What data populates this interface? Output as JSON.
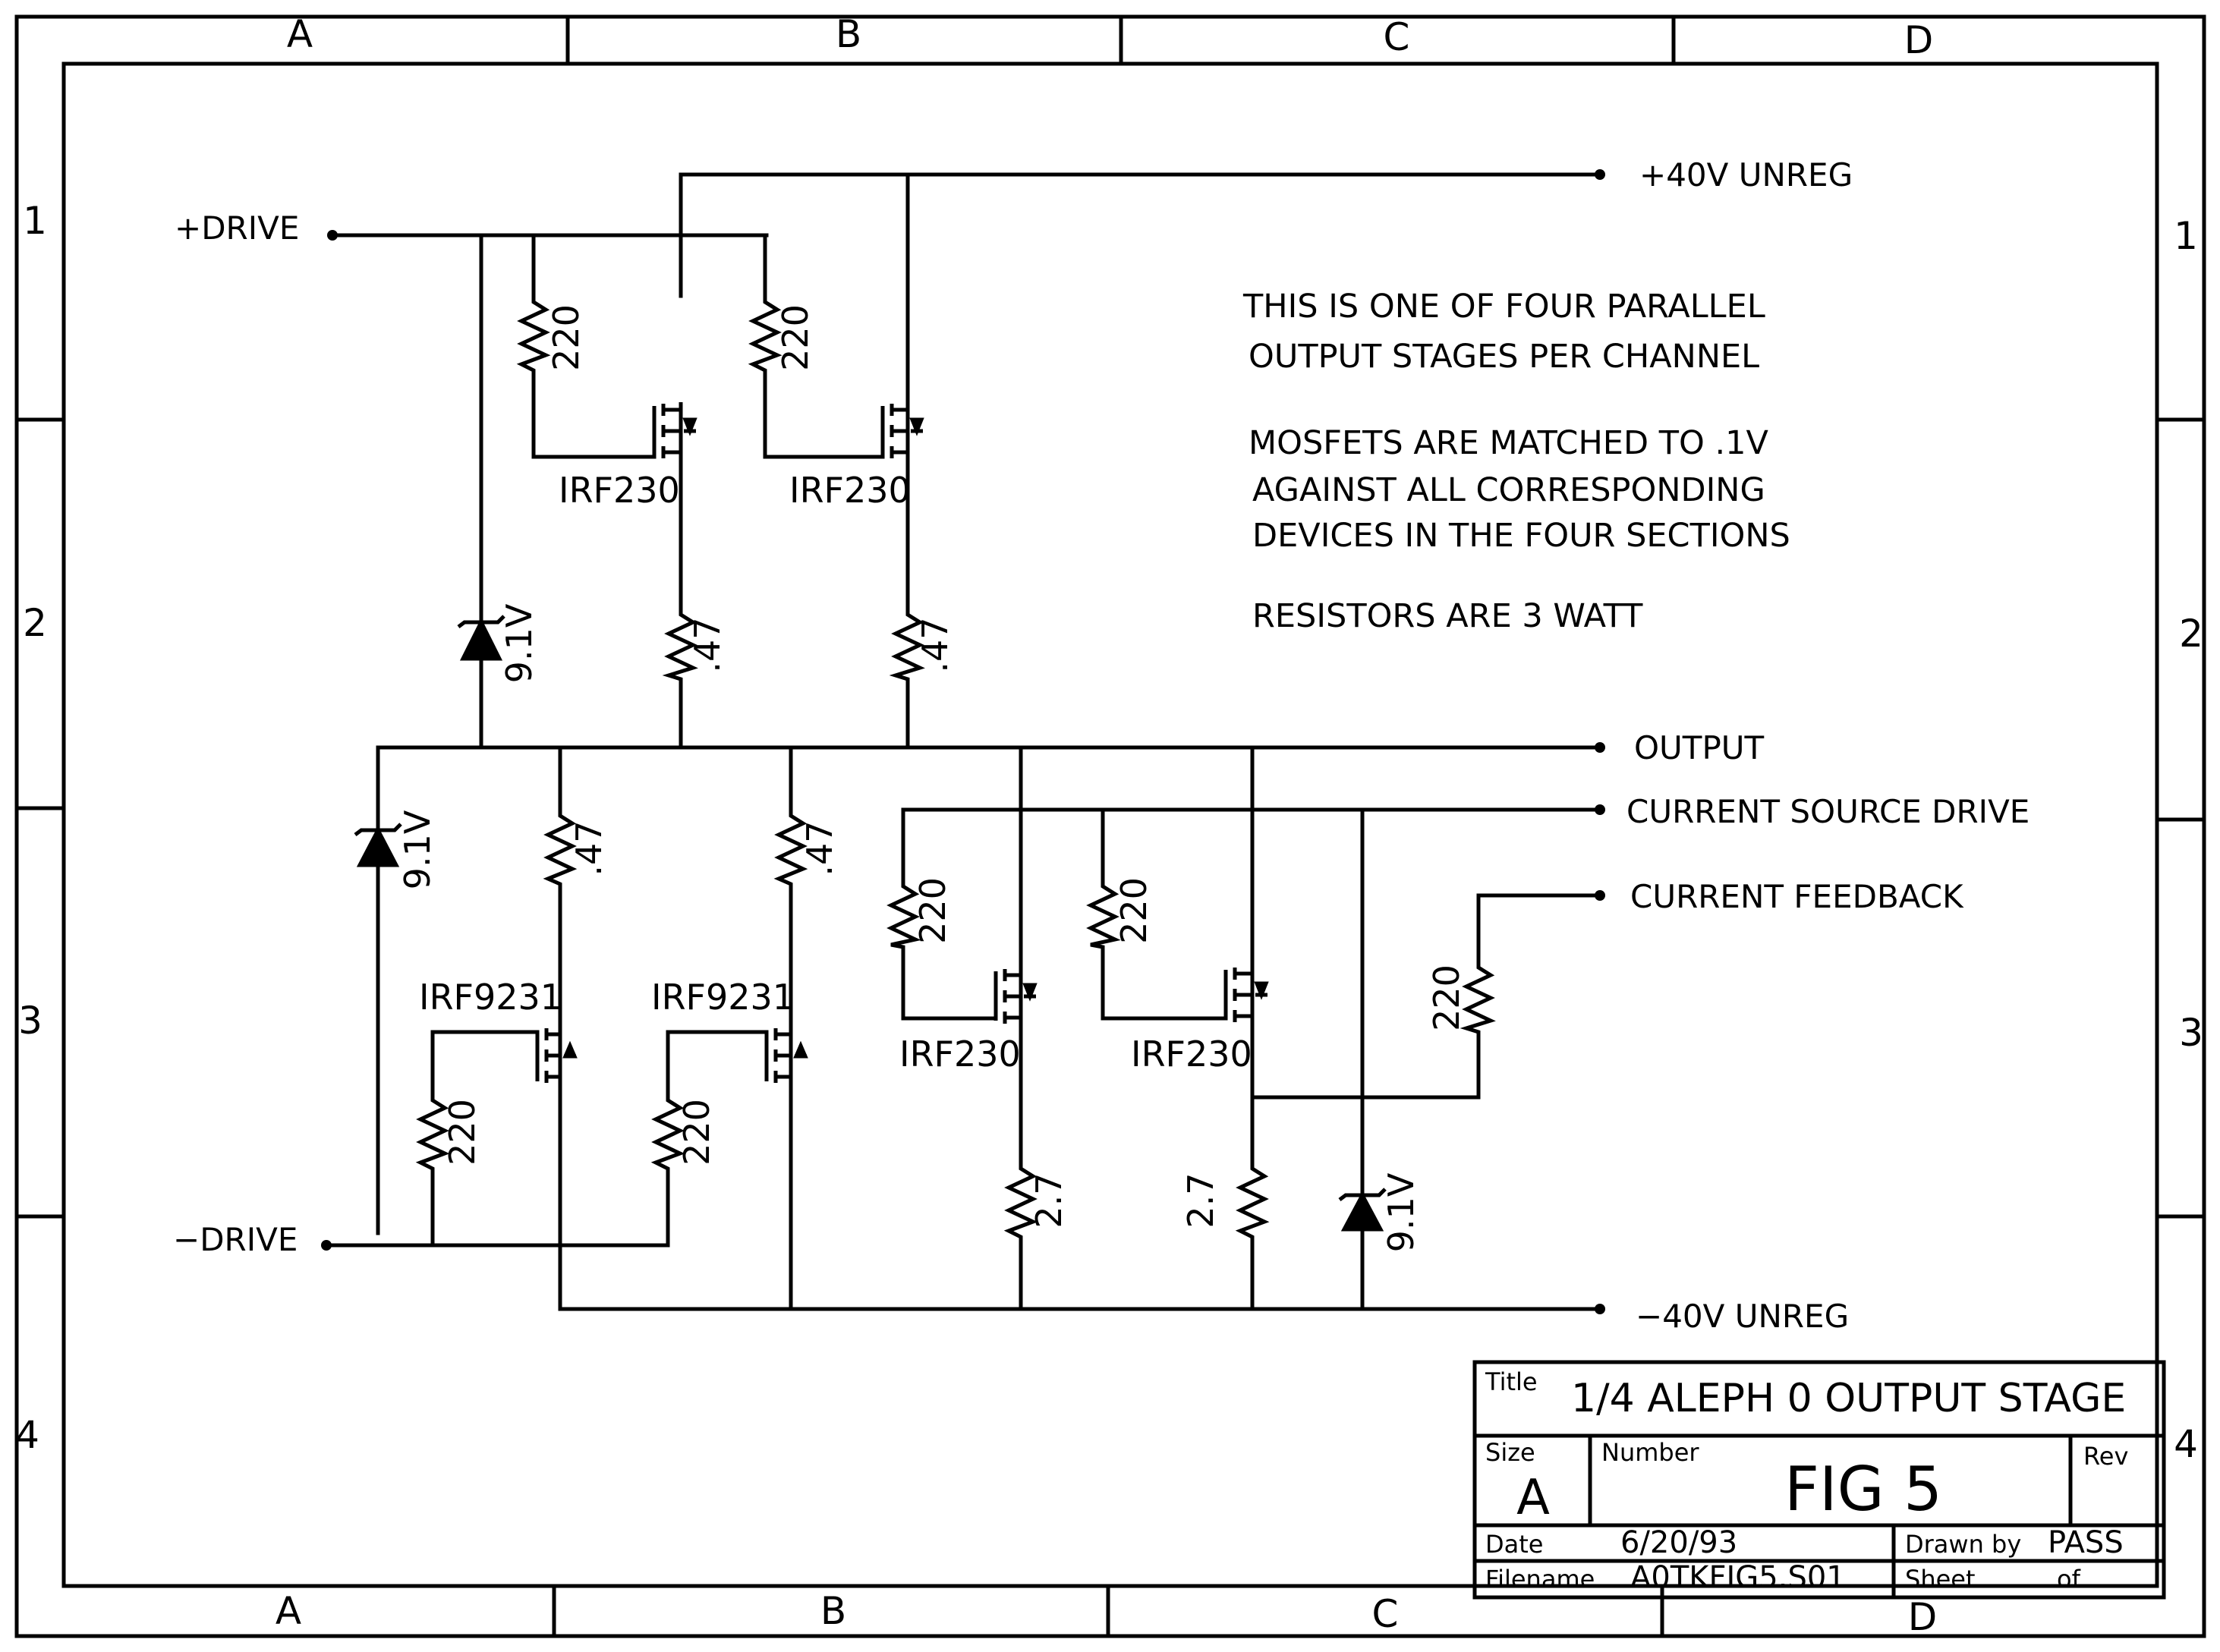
{
  "border": {
    "columns": [
      "A",
      "B",
      "C",
      "D"
    ],
    "rows": [
      "1",
      "2",
      "3",
      "4"
    ]
  },
  "nets": {
    "pos_drive": "+DRIVE",
    "neg_drive": "−DRIVE",
    "pos_rail": "+40V UNREG",
    "neg_rail": "−40V UNREG",
    "output": "OUTPUT",
    "cs_drive": "CURRENT SOURCE DRIVE",
    "cur_fb": "CURRENT FEEDBACK"
  },
  "notes": [
    "THIS IS ONE OF FOUR PARALLEL",
    "OUTPUT STAGES PER CHANNEL",
    "MOSFETS ARE MATCHED TO .1V",
    "AGAINST ALL CORRESPONDING",
    "DEVICES IN THE FOUR SECTIONS",
    "RESISTORS ARE 3 WATT"
  ],
  "components": {
    "r_gate": "220",
    "r_source": ".47",
    "r_cs": "2.7",
    "zener": "9.1V",
    "nmos": "IRF230",
    "pmos": "IRF9231"
  },
  "title_block": {
    "title_label": "Title",
    "title": "1/4 ALEPH 0 OUTPUT STAGE",
    "size_label": "Size",
    "size": "A",
    "number_label": "Number",
    "number": "FIG 5",
    "rev_label": "Rev",
    "date_label": "Date",
    "date": "6/20/93",
    "drawn_label": "Drawn by",
    "drawn": "PASS",
    "filename_label": "Filename",
    "filename": "A0TKFIG5.S01",
    "sheet_label": "Sheet",
    "of_label": "of"
  }
}
